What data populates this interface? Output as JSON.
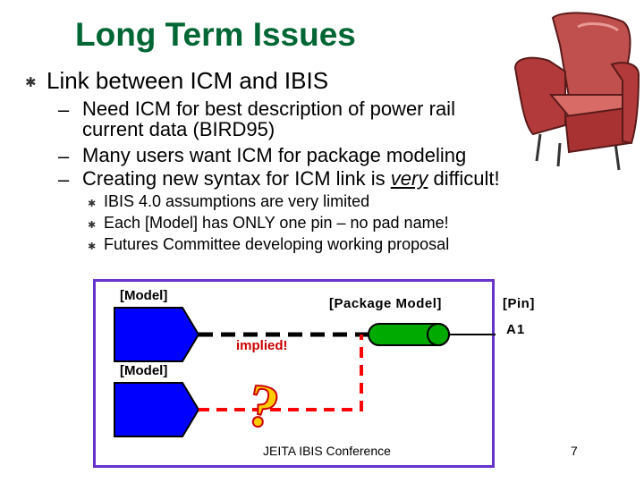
{
  "slide": {
    "title": "Long Term Issues",
    "bullet": "Link between ICM and IBIS",
    "subbullets": [
      [
        "Need ICM for best description of power rail",
        "current data (BIRD95)"
      ],
      "Many users want ICM for package modeling"
    ],
    "third_sub": {
      "before": "Creating new syntax for ICM link is ",
      "emph": "very",
      "after": " difficult!"
    },
    "subsubbullets": [
      "IBIS 4.0 assumptions are very limited",
      "Each [Model] has ONLY one pin – no pad name!",
      "Futures Committee developing working proposal"
    ],
    "dash": "–"
  },
  "diagram": {
    "model_label_1": "[Model]",
    "model_label_2": "[Model]",
    "package_label": "[Package Model]",
    "pin_label": "[Pin]",
    "pin_name": "A1",
    "implied_label": "implied!",
    "question_mark": "?",
    "colors": {
      "model": "#0000ff",
      "package": "#009900",
      "border": "#6633cc",
      "implied": "#ff0000",
      "wire": "#000000"
    }
  },
  "footer": {
    "text": "JEITA IBIS Conference",
    "page": "7"
  },
  "icons": {
    "bullet": "star-bullet-icon",
    "clipart": "armchair-icon"
  }
}
